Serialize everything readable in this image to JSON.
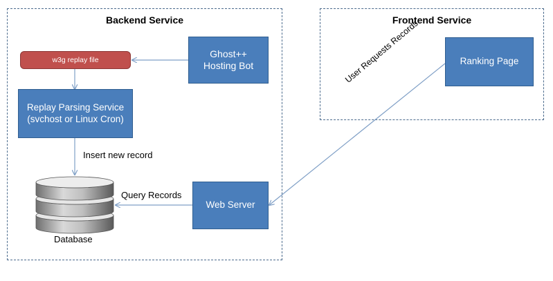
{
  "groups": {
    "backend": "Backend Service",
    "frontend": "Frontend Service"
  },
  "nodes": {
    "replay_file": "w3g replay file",
    "ghost_bot": "Ghost++\nHosting Bot",
    "parsing_service": "Replay Parsing Service\n(svchost or Linux Cron)",
    "database": "Database",
    "web_server": "Web Server",
    "ranking_page": "Ranking Page"
  },
  "edges": {
    "insert": "Insert new record",
    "query": "Query Records",
    "user_requests": "User Requests Records"
  },
  "colors": {
    "box_fill": "#4a7ebb",
    "file_fill": "#c0504d",
    "arrow": "#7f9fc6",
    "group_border": "#4a6a8c"
  }
}
